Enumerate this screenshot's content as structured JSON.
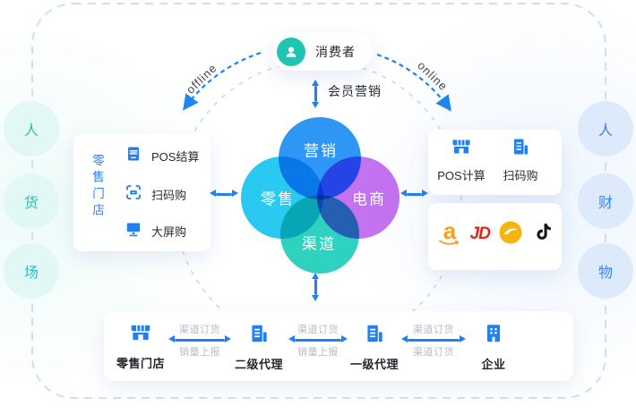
{
  "consumer": {
    "label": "消费者",
    "icon": "user-icon"
  },
  "marketing_link": {
    "label": "会员营销"
  },
  "arc_labels": {
    "offline": "offline",
    "online": "online"
  },
  "venn": {
    "top": "营销",
    "left": "零售",
    "right": "电商",
    "bottom": "渠道"
  },
  "left_panel": {
    "title": "零售门店",
    "items": [
      {
        "icon": "pos-terminal-icon",
        "label": "POS结算"
      },
      {
        "icon": "scan-code-icon",
        "label": "扫码购"
      },
      {
        "icon": "big-screen-icon",
        "label": "大屏购"
      }
    ]
  },
  "right_panel": {
    "items": [
      {
        "icon": "storefront-icon",
        "label": "POS计算"
      },
      {
        "icon": "office-building-icon",
        "label": "扫码购"
      }
    ],
    "platform_logos": [
      "amazon-logo",
      "jd-logo",
      "suning-logo",
      "douyin-logo"
    ]
  },
  "left_factors": [
    {
      "label": "人"
    },
    {
      "label": "货"
    },
    {
      "label": "场"
    }
  ],
  "right_factors": [
    {
      "label": "人"
    },
    {
      "label": "财"
    },
    {
      "label": "物"
    }
  ],
  "supply_chain": {
    "nodes": [
      {
        "icon": "storefront-icon",
        "label": "零售门店"
      },
      {
        "icon": "office-building-icon",
        "label": "二级代理"
      },
      {
        "icon": "office-building-icon",
        "label": "一级代理"
      },
      {
        "icon": "enterprise-building-icon",
        "label": "企业"
      }
    ],
    "links": [
      {
        "top": "渠道订货",
        "bottom": "销量上报"
      },
      {
        "top": "渠道订货",
        "bottom": "销量上报"
      },
      {
        "top": "渠道订货",
        "bottom": "渠道订货"
      }
    ]
  },
  "colors": {
    "accent_blue": "#1E80F3",
    "teal": "#1FC4B3",
    "venn_marketing": "#2E97F5",
    "venn_retail": "#29C9F1",
    "venn_ecommerce": "#C573F0",
    "venn_channel": "#2FD2BF",
    "factor_teal_bg": "#E2F8F4",
    "factor_teal_text": "#2BC1AD",
    "factor_blue_bg": "#DDEAFC",
    "factor_blue_text": "#3A82F4",
    "muted_label": "#B5BCC8",
    "amazon_orange": "#F5A11D",
    "jd_red": "#E0271C",
    "suning_gold": "#F6B50C",
    "douyin_black": "#151515",
    "dashed_border": "#CFDEF8"
  }
}
